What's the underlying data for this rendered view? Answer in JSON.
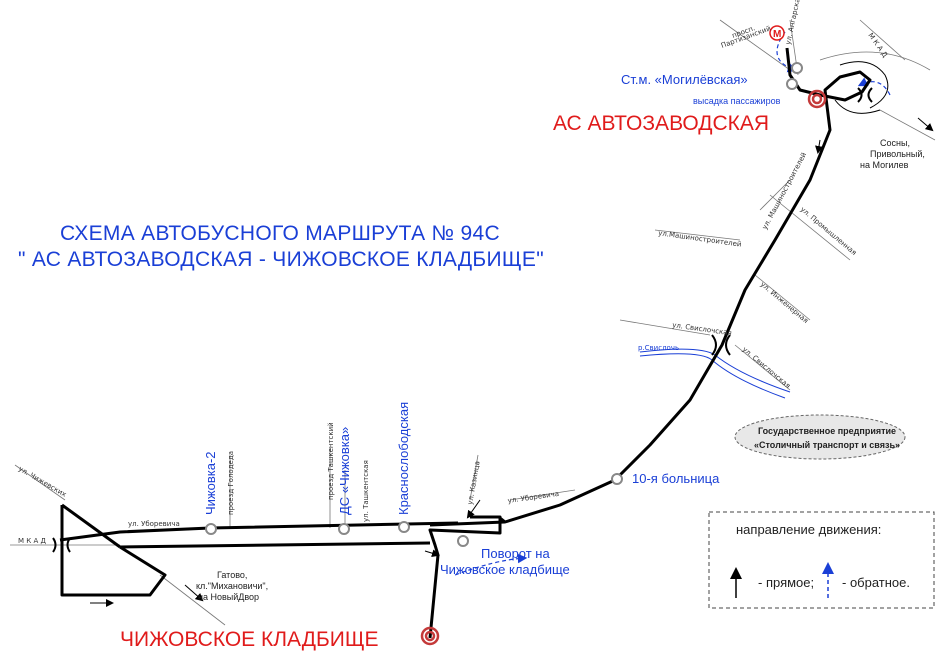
{
  "title": {
    "line1": "СХЕМА АВТОБУСНОГО МАРШРУТА № 94С",
    "line2": "\" АС АВТОЗАВОДСКАЯ - ЧИЖОВСКОЕ КЛАДБИЩЕ\""
  },
  "terminals": {
    "start": "АС АВТОЗАВОДСКАЯ",
    "end": "ЧИЖОВСКОЕ КЛАДБИЩЕ"
  },
  "stops": {
    "metro": "Ст.м. «Могилёвская»",
    "dropoff": "высадка пассажиров",
    "hospital": "10-я больница",
    "turn_line1": "Поворот на",
    "turn_line2": "Чижовское кладбище",
    "krasnoslobodskaya": "Краснослободская",
    "ds_chizhovka": "ДС «Чижовка»",
    "chizhovka2": "Чижовка-2"
  },
  "streets": {
    "partizansky1": "просп.",
    "partizansky2": "Партизанский",
    "angarskaya": "ул. Ангарская",
    "mkad_top": "М К А Д",
    "mashinostroiteley1": "ул. Машиностроителей",
    "mashinostroiteley2": "ул.Машиностроителей",
    "promyshlennaya": "ул. Промышленная",
    "inzhenernaya": "ул. Инженерная",
    "svisloch_st1": "ул. Свислочская",
    "svisloch_st2": "ул. Свислочская",
    "svisloch_river": "р.Свислочь",
    "uborevicha1": "ул. Уборевича",
    "uborevicha2": "ул. Уборевича",
    "kazinca": "ул. Казинца",
    "golodeda": "проезд Голодеда",
    "tashkentsky_pr": "проезд Ташкентский",
    "tashkentskaya": "ул. Ташкентская",
    "chizhevskikh": "ул. Чижевских",
    "mkad_left": "М К А Д"
  },
  "directions": {
    "east1": "Сосны,",
    "east2": "Привольный,",
    "east3": "на Могилев",
    "west1": "Гатово,",
    "west2": "кл.\"Михановичи\",",
    "west3": "на НовыйДвор"
  },
  "metro_symbol": "М",
  "enterprise": {
    "line1": "Государственное предприятие",
    "line2": "«Столичный транспорт и связь»"
  },
  "legend": {
    "heading": "направление движения:",
    "forward": "- прямое;",
    "reverse": "- обратное."
  },
  "colors": {
    "route": "#000000",
    "stop_text": "#1a3fd6",
    "terminal": "#e01b1b",
    "river": "#1a3fd6"
  }
}
